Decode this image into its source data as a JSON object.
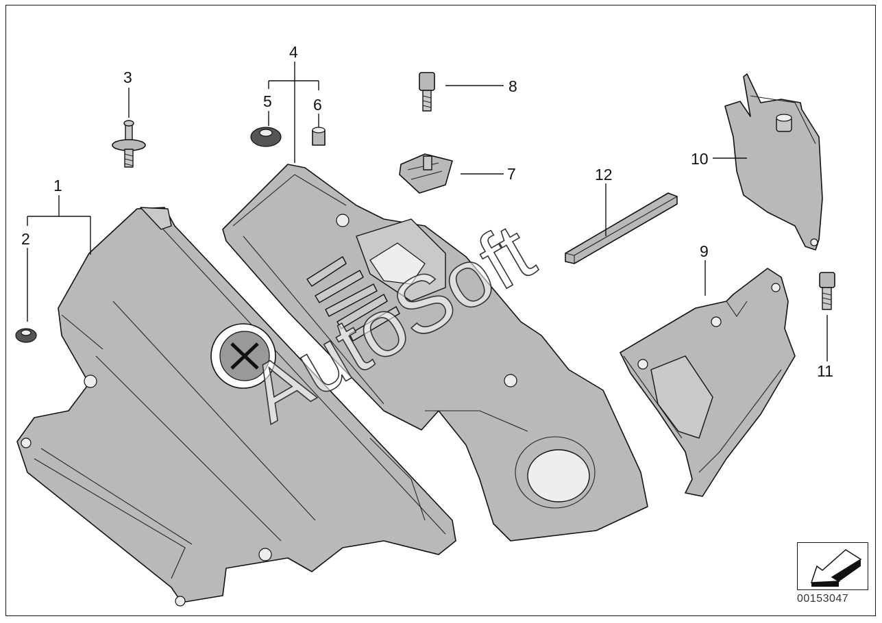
{
  "callouts": {
    "c1": "1",
    "c2": "2",
    "c3": "3",
    "c4": "4",
    "c5": "5",
    "c6": "6",
    "c7": "7",
    "c8": "8",
    "c9": "9",
    "c10": "10",
    "c11": "11",
    "c12": "12"
  },
  "watermark": "AutoSoft",
  "doc_number": "00153047",
  "nav_icon": "arrow-icon"
}
